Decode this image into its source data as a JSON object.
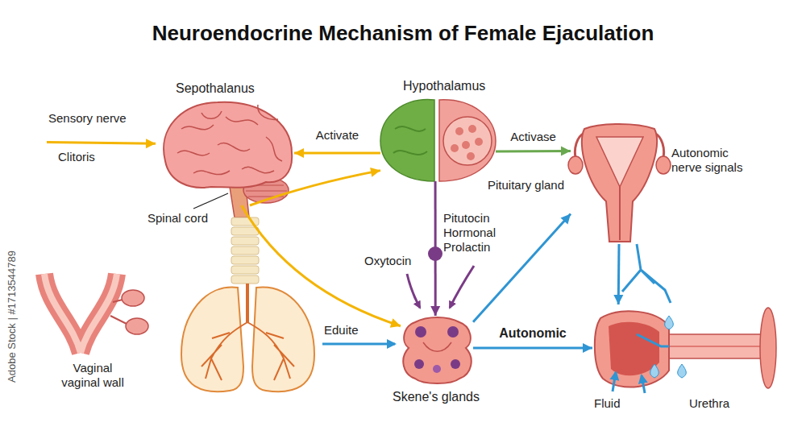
{
  "diagram": {
    "title": "Neuroendocrine Mechanism of Female Ejaculation",
    "nodes": [
      {
        "text": [
          "Sensory nerve",
          "Clitoris"
        ]
      },
      {
        "text": [
          "Sepothalanus"
        ]
      },
      {
        "text": [
          "Hypothalamus"
        ]
      },
      {
        "text": [
          "Pituitary gland",
          "Autonomic nerve signals"
        ]
      },
      {
        "text": [
          "Vaginal vaginal wall"
        ]
      },
      {
        "text": [
          "Skene's glands"
        ]
      },
      {
        "text": [
          "Fluid",
          "Urethra"
        ]
      }
    ],
    "edges": [
      {
        "from": 0,
        "to": 1,
        "arrow": "to"
      },
      {
        "from": 2,
        "to": 1,
        "label": "Activate",
        "arrow": "to"
      },
      {
        "from": 1,
        "to": 2,
        "arrow": "to"
      },
      {
        "from": 1,
        "to": 5,
        "arrow": "to"
      },
      {
        "from": 2,
        "to": 3,
        "label": "Activase",
        "arrow": "to"
      },
      {
        "from": 2,
        "to": 5,
        "arrow": "to"
      },
      {
        "from": 5,
        "to": 6,
        "label": "Autonomic",
        "arrow": "to"
      },
      {
        "from": 5,
        "to": 3,
        "arrow": "to"
      },
      {
        "from": 3,
        "to": 6,
        "arrow": "to"
      }
    ],
    "labels": [
      "Spinal cord",
      "Pitutocin Hormonal Prolactin",
      "Oxytocin",
      "Eduite",
      "Adobe Stock | #1713544789"
    ]
  }
}
